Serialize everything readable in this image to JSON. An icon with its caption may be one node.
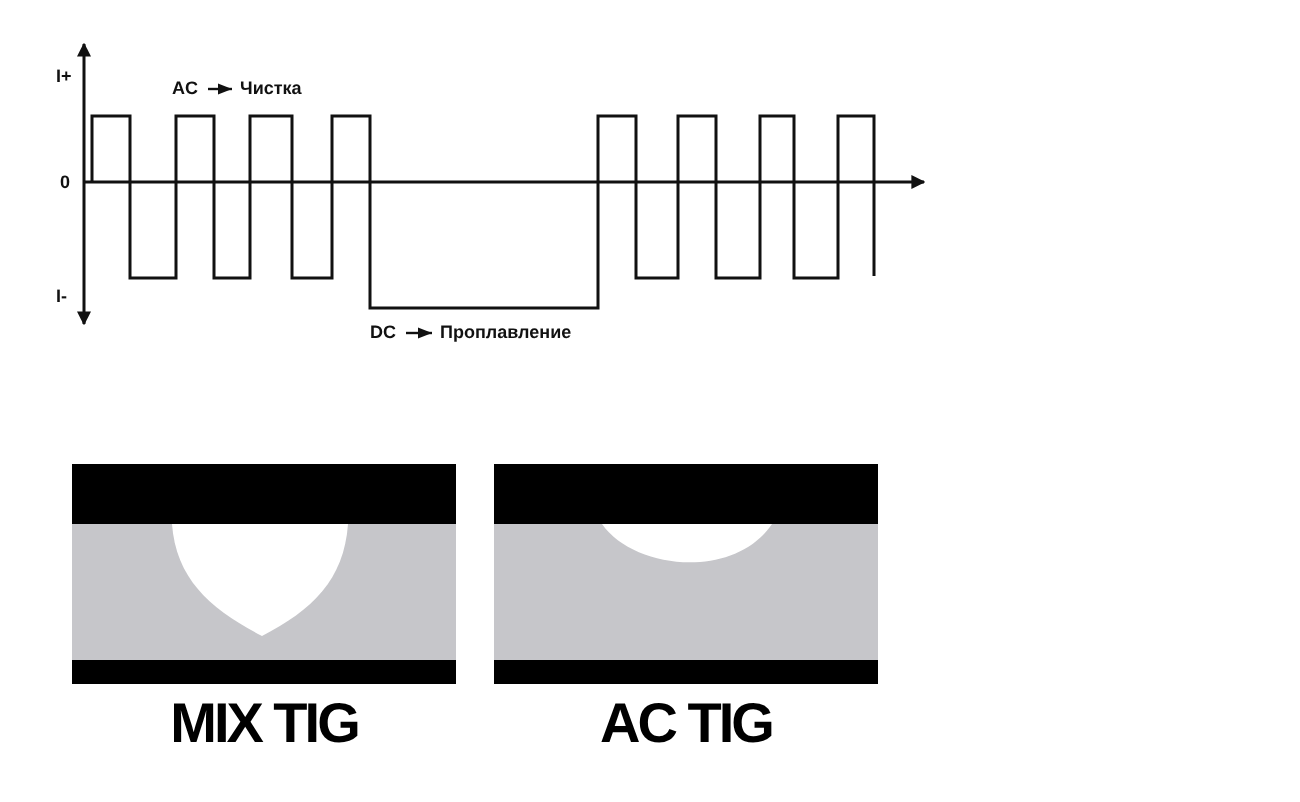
{
  "diagram": {
    "nodes": [
      {
        "text": [
          "AC"
        ]
      },
      {
        "text": [
          "Чистка"
        ]
      },
      {
        "text": [
          "DC"
        ]
      },
      {
        "text": [
          "Проплавление"
        ]
      }
    ],
    "edges": [
      {
        "from": 0,
        "to": 1,
        "arrow": "to"
      },
      {
        "from": 2,
        "to": 3,
        "arrow": "to"
      }
    ],
    "labels": [
      "I+",
      "0",
      "I-",
      "MIX TIG",
      "AC TIG"
    ]
  }
}
